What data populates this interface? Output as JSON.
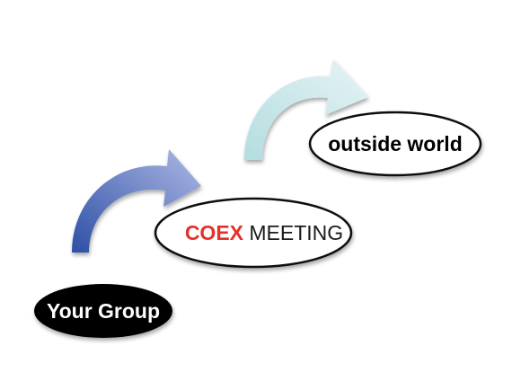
{
  "nodes": {
    "your_group": {
      "label": "Your Group"
    },
    "coex_meeting": {
      "label_highlight": "COEX",
      "label_rest": " MEETING"
    },
    "outside_world": {
      "label": "outside world"
    }
  },
  "colors": {
    "your_group_fill": "#000000",
    "your_group_text": "#ffffff",
    "coex_highlight": "#e5302b",
    "coex_text": "#1a1a1a",
    "outside_world_text": "#000000",
    "node_outline": "#111111",
    "arrow_lower_start": "#2d4fa5",
    "arrow_lower_end": "#aeb9e6",
    "arrow_upper_start": "#b3dde0",
    "arrow_upper_end": "#e6f3f5"
  },
  "arrows": [
    {
      "from": "your_group",
      "to": "coex_meeting",
      "style": "blue-gradient"
    },
    {
      "from": "coex_meeting",
      "to": "outside_world",
      "style": "cyan-gradient"
    }
  ]
}
